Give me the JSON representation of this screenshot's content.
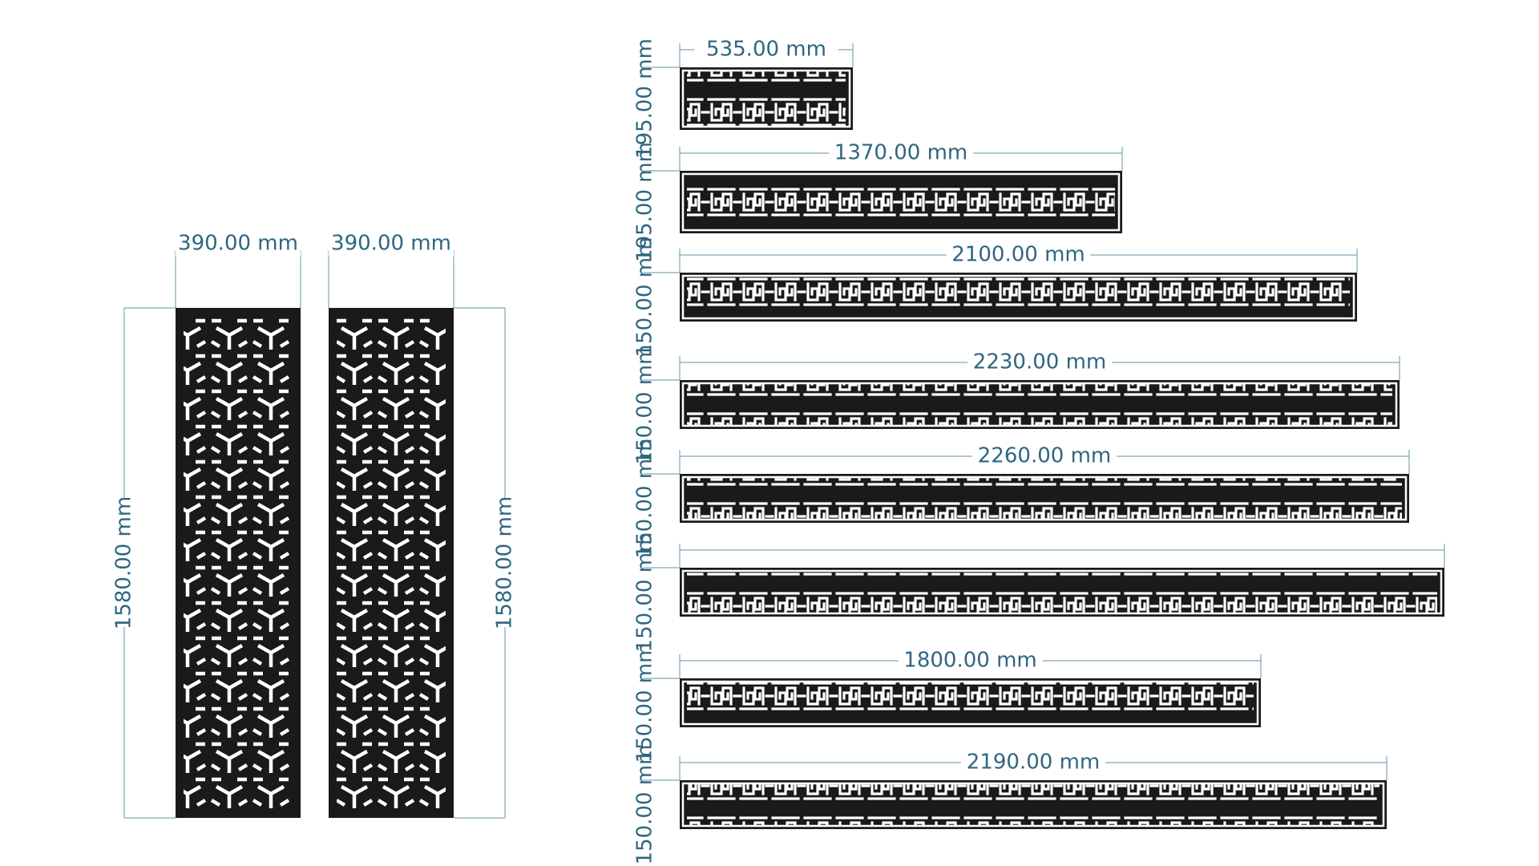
{
  "colors": {
    "panel": "#1a1a1a",
    "cut": "#ffffff",
    "dimension_text": "#2f6680",
    "dimension_line": "#7fa6b7"
  },
  "panels": [
    {
      "id": "panel-1",
      "pattern": "cube-lattice",
      "width_label": "390.00 mm",
      "height_label": "1580.00 mm",
      "height_side": "left"
    },
    {
      "id": "panel-2",
      "pattern": "cube-lattice",
      "width_label": "390.00 mm",
      "height_label": "1580.00 mm",
      "height_side": "right"
    }
  ],
  "strips": [
    {
      "id": "strip-1",
      "pattern": "greek-key",
      "width_label": "535.00 mm",
      "height_label": "195.00 mm"
    },
    {
      "id": "strip-2",
      "pattern": "greek-key",
      "width_label": "1370.00 mm",
      "height_label": "195.00 mm"
    },
    {
      "id": "strip-3",
      "pattern": "greek-key",
      "width_label": "2100.00 mm",
      "height_label": "150.00 mm"
    },
    {
      "id": "strip-4",
      "pattern": "greek-key",
      "width_label": "2230.00 mm",
      "height_label": "150.00 mm"
    },
    {
      "id": "strip-5",
      "pattern": "greek-key",
      "width_label": "2260.00 mm",
      "height_label": "150.00 mm"
    },
    {
      "id": "strip-6",
      "pattern": "greek-key",
      "width_label": "",
      "height_label": "150.00 mm"
    },
    {
      "id": "strip-7",
      "pattern": "greek-key",
      "width_label": "1800.00 mm",
      "height_label": "150.00 mm"
    },
    {
      "id": "strip-8",
      "pattern": "greek-key",
      "width_label": "2190.00 mm",
      "height_label": "150.00 mm"
    }
  ]
}
